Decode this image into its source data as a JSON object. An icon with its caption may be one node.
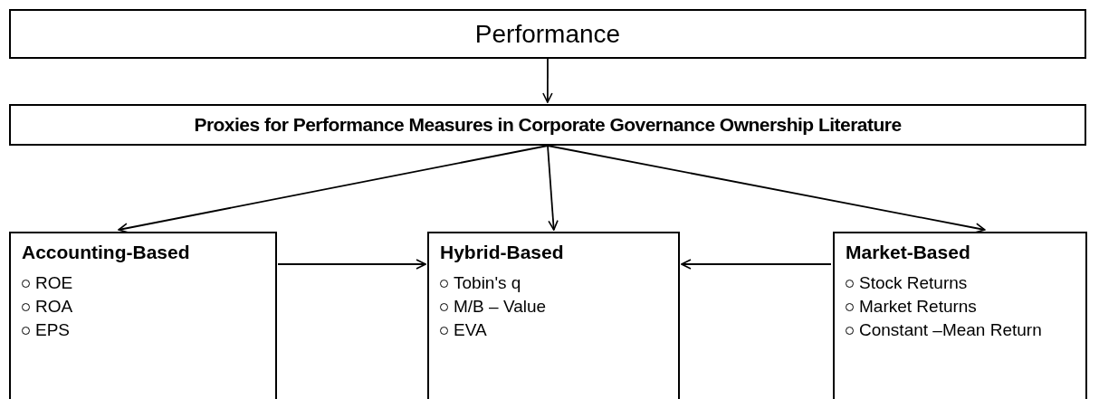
{
  "diagram": {
    "nodes": [
      {
        "text": [
          "Performance"
        ]
      },
      {
        "text": [
          "Proxies for Performance Measures in Corporate Governance Ownership Literature"
        ]
      },
      {
        "text": [
          "Accounting-Based",
          "ROE",
          "ROA",
          "EPS"
        ]
      },
      {
        "text": [
          "Hybrid-Based",
          "Tobin's q",
          "M/B – Value",
          "EVA"
        ]
      },
      {
        "text": [
          "Market-Based",
          "Stock Returns",
          "Market Returns",
          "Constant –Mean Return"
        ]
      }
    ],
    "edges": [
      {
        "from": 0,
        "to": 1,
        "arrow": "to"
      },
      {
        "from": 1,
        "to": 2,
        "arrow": "to"
      },
      {
        "from": 1,
        "to": 3,
        "arrow": "to"
      },
      {
        "from": 1,
        "to": 4,
        "arrow": "to"
      },
      {
        "from": 2,
        "to": 3,
        "arrow": "to"
      },
      {
        "from": 4,
        "to": 3,
        "arrow": "to"
      }
    ]
  }
}
